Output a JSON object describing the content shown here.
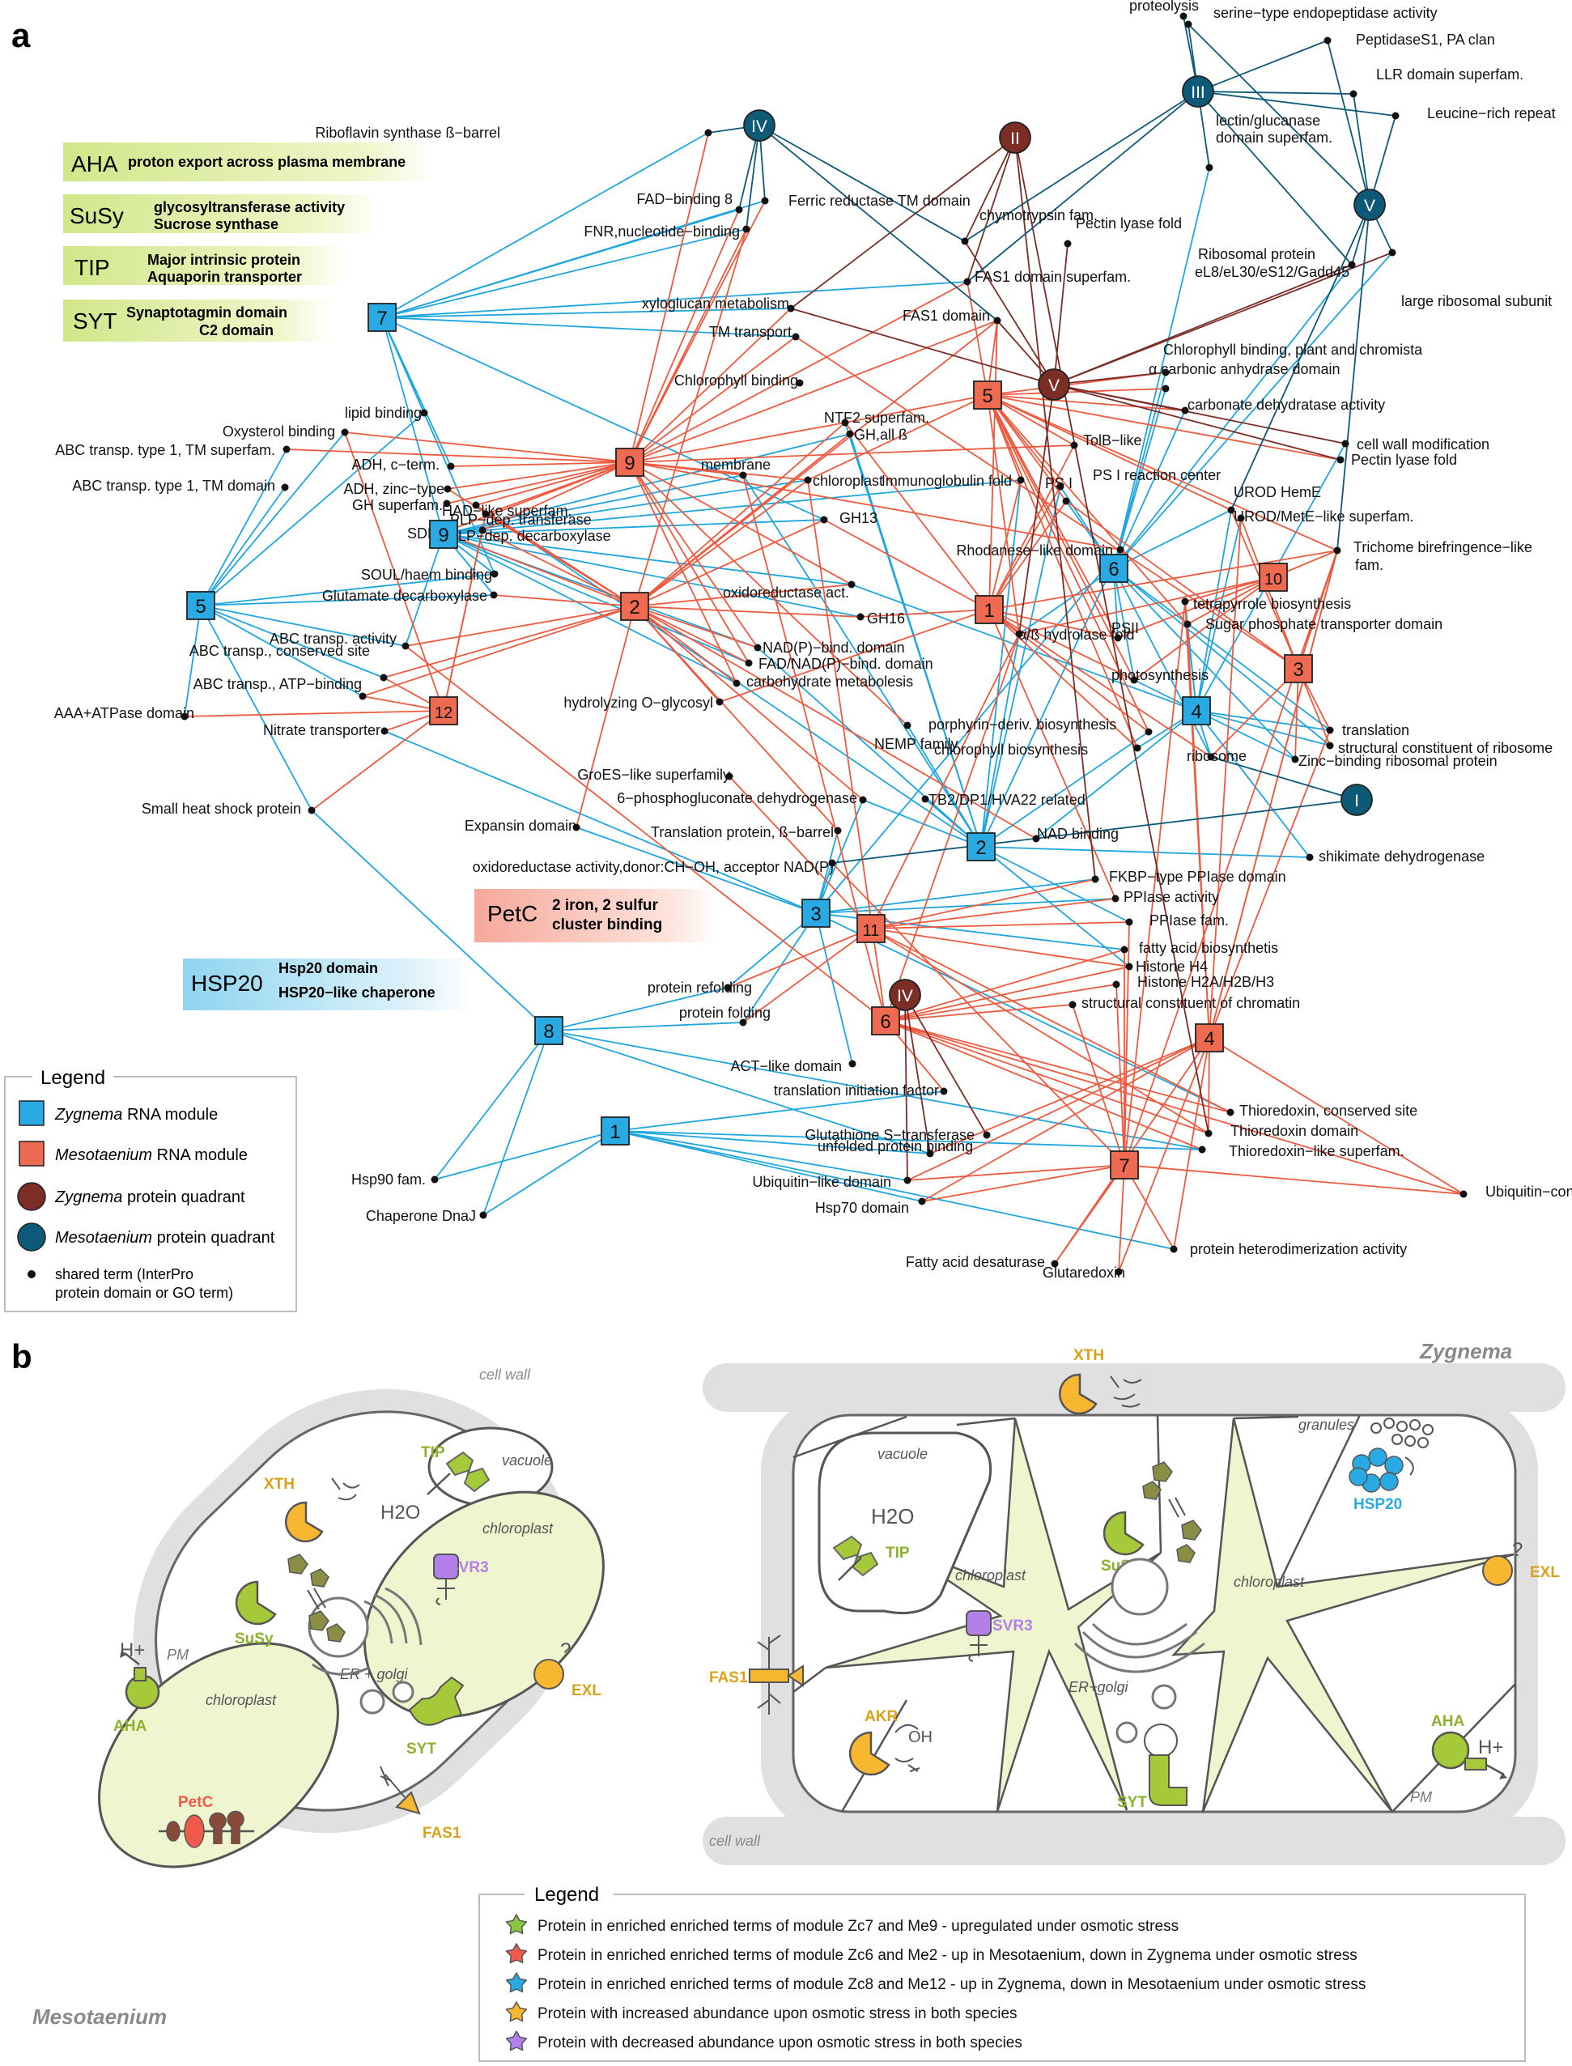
{
  "panel_a": {
    "label": "a",
    "terms": [
      "Riboflavin synthase ß−barrel",
      "FAD−binding 8",
      "FNR,nucleotide−binding",
      "Ferric reductase TM domain",
      "proteolysis",
      "serine−type endopeptidase activity",
      "PeptidaseS1, PA clan",
      "LLR domain superfam.",
      "Leucine−rich repeat",
      "lectin/glucanase",
      "domain superfam.",
      "chymotrypsin fam.",
      "Pectin lyase fold",
      "Ribosomal protein",
      "eL8/eL30/eS12/Gadd45",
      "large ribosomal subunit",
      "FAS1 domain superfam.",
      "FAS1 domain",
      "xyloglucan metabolism",
      "TM transport",
      "Chlorophyll binding, plant and chromista",
      "α carbonic anhydrase domain",
      "carbonate dehydratase activity",
      "cell wall modification",
      "Pectin lyase fold",
      "Chlorophyll binding",
      "NTF2 superfam.",
      "GH,all ß",
      "TolB−like",
      "lipid binding",
      "Oxysterol binding",
      "ABC transp. type 1, TM superfam.",
      "ABC transp. type 1, TM domain",
      "ADH, c−term.",
      "ADH, zinc−type",
      "GH superfam.",
      "SDR",
      "HAD−like superfam.",
      "PLP−dep. transferase",
      "PLP−dep. decarboxylase",
      "membrane",
      "chloroplast",
      "Immunoglobulin fold",
      "PS I",
      "PS I reaction center",
      "UROD HemE",
      "UROD/MetE−like superfam.",
      "Trichome birefringence−like",
      "fam.",
      "GH13",
      "Rhodanese−like domain",
      "SOUL/haem binding",
      "Glutamate decarboxylase",
      "oxidoreductase act.",
      "tetrapyrrole biosynthesis",
      "Sugar phosphate transporter domain",
      "GH16",
      "α/ß hydrolase fold",
      "ABC transp. activity",
      "NAD(P)−bind. domain",
      "FAD/NAD(P)−bind. domain",
      "carbohydrate metabolesis",
      "ABC transp., conserved site",
      "ABC transp., ATP−binding",
      "photosynthesis",
      "AAA+ATPase  domain",
      "hydrolyzing O−glycosyl",
      "PSII",
      "Nitrate transporter",
      "porphyrin−deriv. biosynthesis",
      "chlorophyll biosynthesis",
      "translation",
      "structural constituent of ribosome",
      "ribosome",
      "Zinc−binding ribosomal protein",
      "NEMP family",
      "GroES−like superfamily",
      "6−phosphogluconate dehydrogenase",
      "TB2/DP1/HVA22 related",
      "Small  heat shock protein",
      "Expansin domain",
      "Translation protein, ß−barrel",
      "NAD binding",
      "shikimate dehydrogenase",
      "oxidoreductase activity,donor:CH−OH, acceptor NAD(P)",
      "FKBP−type PPIase domain",
      "PPIase activity",
      "PPIase fam.",
      "fatty acid biosynthetis",
      "Histone H4",
      "Histone H2A/H2B/H3",
      "structural constituent of chromatin",
      "protein refolding",
      "protein folding",
      "ACT−like domain",
      "translation initiation factor",
      "Thioredoxin, conserved site",
      "Thioredoxin domain",
      "Thioredoxin−like superfam.",
      "Glutathione S−transferase",
      "unfolded protein binding",
      "Ubiquitin−like domain",
      "Hsp70 domain",
      "Ubiquitin−conjugating enzyme/RWD−like",
      "protein heterodimerization activity",
      "Hsp90 fam.",
      "Chaperone DnaJ",
      "Fatty acid desaturase",
      "Glutaredoxin"
    ],
    "zyg_modules": [
      "7",
      "9",
      "5",
      "6",
      "4",
      "2",
      "3",
      "8",
      "1"
    ],
    "meso_modules": [
      "9",
      "5",
      "2",
      "1",
      "10",
      "3",
      "12",
      "11",
      "6",
      "4",
      "7"
    ],
    "zyg_quadrants": [
      "II",
      "V",
      "IV"
    ],
    "meso_quadrants": [
      "IV",
      "III",
      "V",
      "I"
    ],
    "highlight_boxes": [
      {
        "name": "AHA",
        "lines": [
          "proton export across plasma membrane"
        ]
      },
      {
        "name": "SuSy",
        "lines": [
          "glycosyltransferase activity",
          "Sucrose synthase"
        ]
      },
      {
        "name": "TIP",
        "lines": [
          "Major intrinsic protein",
          "Aquaporin transporter"
        ]
      },
      {
        "name": "SYT",
        "lines": [
          "Synaptotagmin domain",
          "C2 domain"
        ]
      },
      {
        "name": "PetC",
        "lines": [
          "2 iron, 2 sulfur",
          "cluster binding"
        ]
      },
      {
        "name": "HSP20",
        "lines": [
          "Hsp20 domain",
          "HSP20−like chaperone"
        ]
      }
    ],
    "legend": {
      "title": "Legend",
      "zyg_module_species": "Zygnema",
      "zyg_module_suffix": "RNA module",
      "meso_module_species": "Mesotaenium",
      "meso_module_suffix": "RNA module",
      "zyg_quadrant_species": "Zygnema",
      "zyg_quadrant_suffix": "protein quadrant",
      "meso_quadrant_species": "Mesotaenium",
      "meso_quadrant_suffix": "protein quadrant",
      "shared_line1": "shared term (InterPro",
      "shared_line2": "protein domain or GO term)"
    },
    "colors": {
      "zygnema_module": "#29aae2",
      "mesotaenium_module": "#ee6a50",
      "zygnema_quadrant": "#7b2d26",
      "mesotaenium_quadrant": "#0d5a78",
      "zyg_edge": "#1fa6df",
      "meso_edge": "#ee5a3f"
    }
  },
  "panel_b": {
    "label": "b",
    "meso": {
      "species": "Mesotaenium",
      "labels": {
        "cell_wall": "cell wall",
        "vacuole": "vacuole",
        "chloroplast_top": "chloroplast",
        "chloroplast_bottom": "chloroplast",
        "pm": "PM",
        "er_golgi": "ER + golgi",
        "h2o": "H2O",
        "hplus": "H+",
        "question": "?"
      },
      "proteins": {
        "xth": "XTH",
        "tip": "TIP",
        "susy": "SuSy",
        "svr3": "SVR3",
        "aha": "AHA",
        "syt": "SYT",
        "exl": "EXL",
        "petc": "PetC",
        "fas1": "FAS1"
      }
    },
    "zyg": {
      "species": "Zygnema",
      "labels": {
        "vacuole": "vacuole",
        "granules": "granules",
        "chloroplast_left": "chloroplast",
        "chloroplast_right": "chloroplast",
        "er_golgi": "ER+golgi",
        "pm": "PM",
        "cell_wall": "cell wall",
        "h2o": "H2O",
        "hplus": "H+",
        "question": "?",
        "oh": "OH"
      },
      "proteins": {
        "xth": "XTH",
        "tip": "TIP",
        "susy": "SuSy",
        "hsp20": "HSP20",
        "svr3": "SVR3",
        "aha": "AHA",
        "syt": "SYT",
        "exl": "EXL",
        "fas1": "FAS1",
        "akr": "AKR"
      }
    },
    "legend": {
      "title": "Legend",
      "items": [
        {
          "text": "Protein in enriched enriched terms of module Zc7 and Me9 - upregulated under osmotic stress",
          "color": "#8cc63f"
        },
        {
          "text": "Protein in enriched enriched terms of module Zc6 and Me2 -  up in Mesotaenium, down in Zygnema under osmotic stress",
          "color": "#ef5a4a"
        },
        {
          "text": "Protein in enriched enriched terms of module Zc8 and Me12 - up in Zygnema, down in Mesotaenium under osmotic stress",
          "color": "#29aae2"
        },
        {
          "text": "Protein with increased abundance upon osmotic stress in both species",
          "color": "#f7b731"
        },
        {
          "text": "Protein with decreased abundance upon osmotic stress in both species",
          "color": "#b37fe8"
        }
      ]
    }
  }
}
